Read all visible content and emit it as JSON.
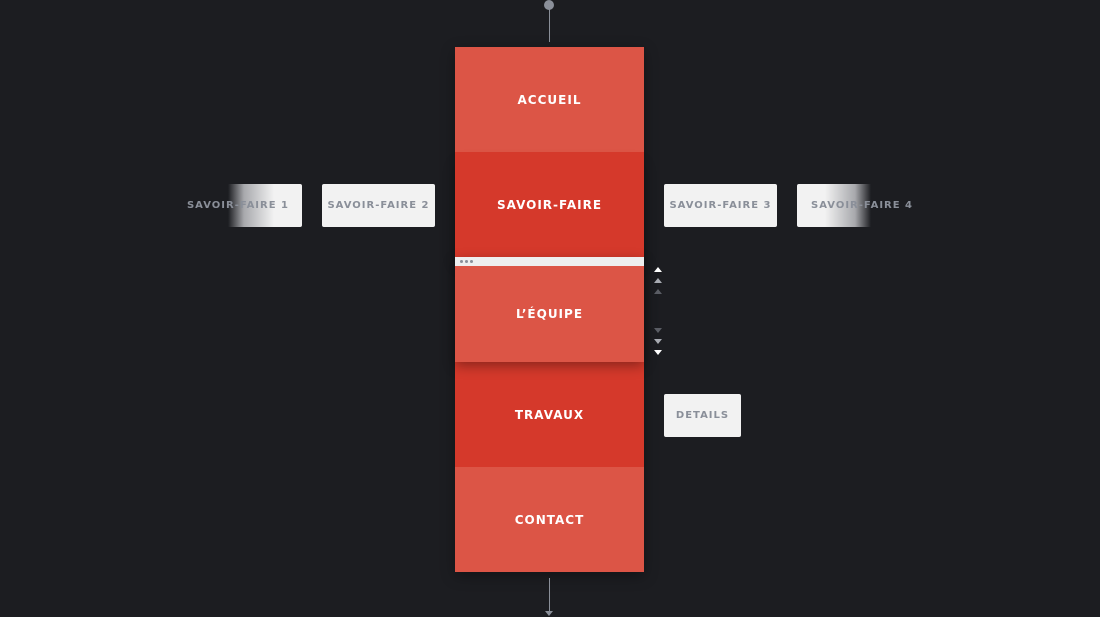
{
  "nav": {
    "items": [
      {
        "label": "ACCUEIL"
      },
      {
        "label": "SAVOIR-FAIRE"
      },
      {
        "label": "L’ÉQUIPE"
      },
      {
        "label": "TRAVAUX"
      },
      {
        "label": "CONTACT"
      }
    ]
  },
  "subnav": {
    "savoir_faire": [
      {
        "label": "SAVOIR-FAIRE 1"
      },
      {
        "label": "SAVOIR-FAIRE 2"
      },
      {
        "label": "SAVOIR-FAIRE 3"
      },
      {
        "label": "SAVOIR-FAIRE 4"
      }
    ],
    "travaux": {
      "details_label": "DETAILS"
    }
  },
  "icons": {
    "scroll_up": "chevron-up-icon",
    "scroll_down": "chevron-down-icon",
    "window_dots": "ellipsis-icon"
  },
  "colors": {
    "background": "#1c1d21",
    "accent_light": "#dc5546",
    "accent_dark": "#d5392b",
    "card": "#f2f2f2",
    "muted": "#8a8f99"
  }
}
